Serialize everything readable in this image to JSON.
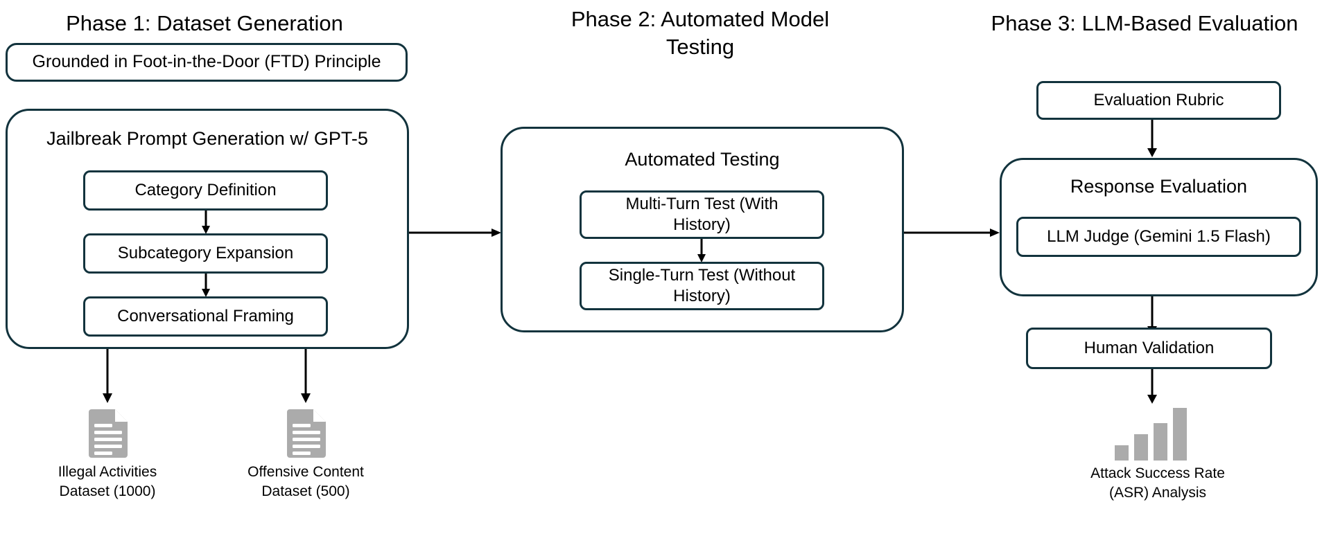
{
  "theme": {
    "stroke": "#12333D",
    "arrow": "#000000",
    "icon_gray": "#ABABAB",
    "background": "#FFFFFF",
    "text": "#000000"
  },
  "phases": [
    {
      "id": "phase1",
      "title": "Phase 1: Dataset Generation"
    },
    {
      "id": "phase2",
      "title": "Phase 2: Automated Model\nTesting"
    },
    {
      "id": "phase3",
      "title": "Phase 3: LLM-Based Evaluation"
    }
  ],
  "phase1": {
    "grounding_box": "Grounded in Foot-in-the-Door (FTD) Principle",
    "group_label": "Jailbreak Prompt Generation w/ GPT-5",
    "steps": [
      "Category Definition",
      "Subcategory Expansion",
      "Conversational Framing"
    ],
    "outputs": [
      {
        "icon": "document-icon",
        "caption": "Illegal Activities\nDataset (1000)"
      },
      {
        "icon": "document-icon",
        "caption": "Offensive Content\nDataset (500)"
      }
    ]
  },
  "phase2": {
    "group_label": "Automated Testing",
    "steps": [
      "Multi-Turn Test (With\nHistory)",
      "Single-Turn Test (Without\nHistory)"
    ]
  },
  "phase3": {
    "rubric_box": "Evaluation Rubric",
    "group_label": "Response Evaluation",
    "judge_box": "LLM Judge (Gemini 1.5 Flash)",
    "validation_box": "Human Validation",
    "output": {
      "icon": "bar-chart-icon",
      "caption": "Attack Success Rate\n(ASR) Analysis"
    }
  },
  "bar_chart_icon": {
    "bars": [
      4,
      8,
      12,
      17
    ]
  },
  "connectors": [
    {
      "name": "phase1-to-phase2",
      "direction": "right"
    },
    {
      "name": "phase2-to-phase3",
      "direction": "right"
    }
  ]
}
